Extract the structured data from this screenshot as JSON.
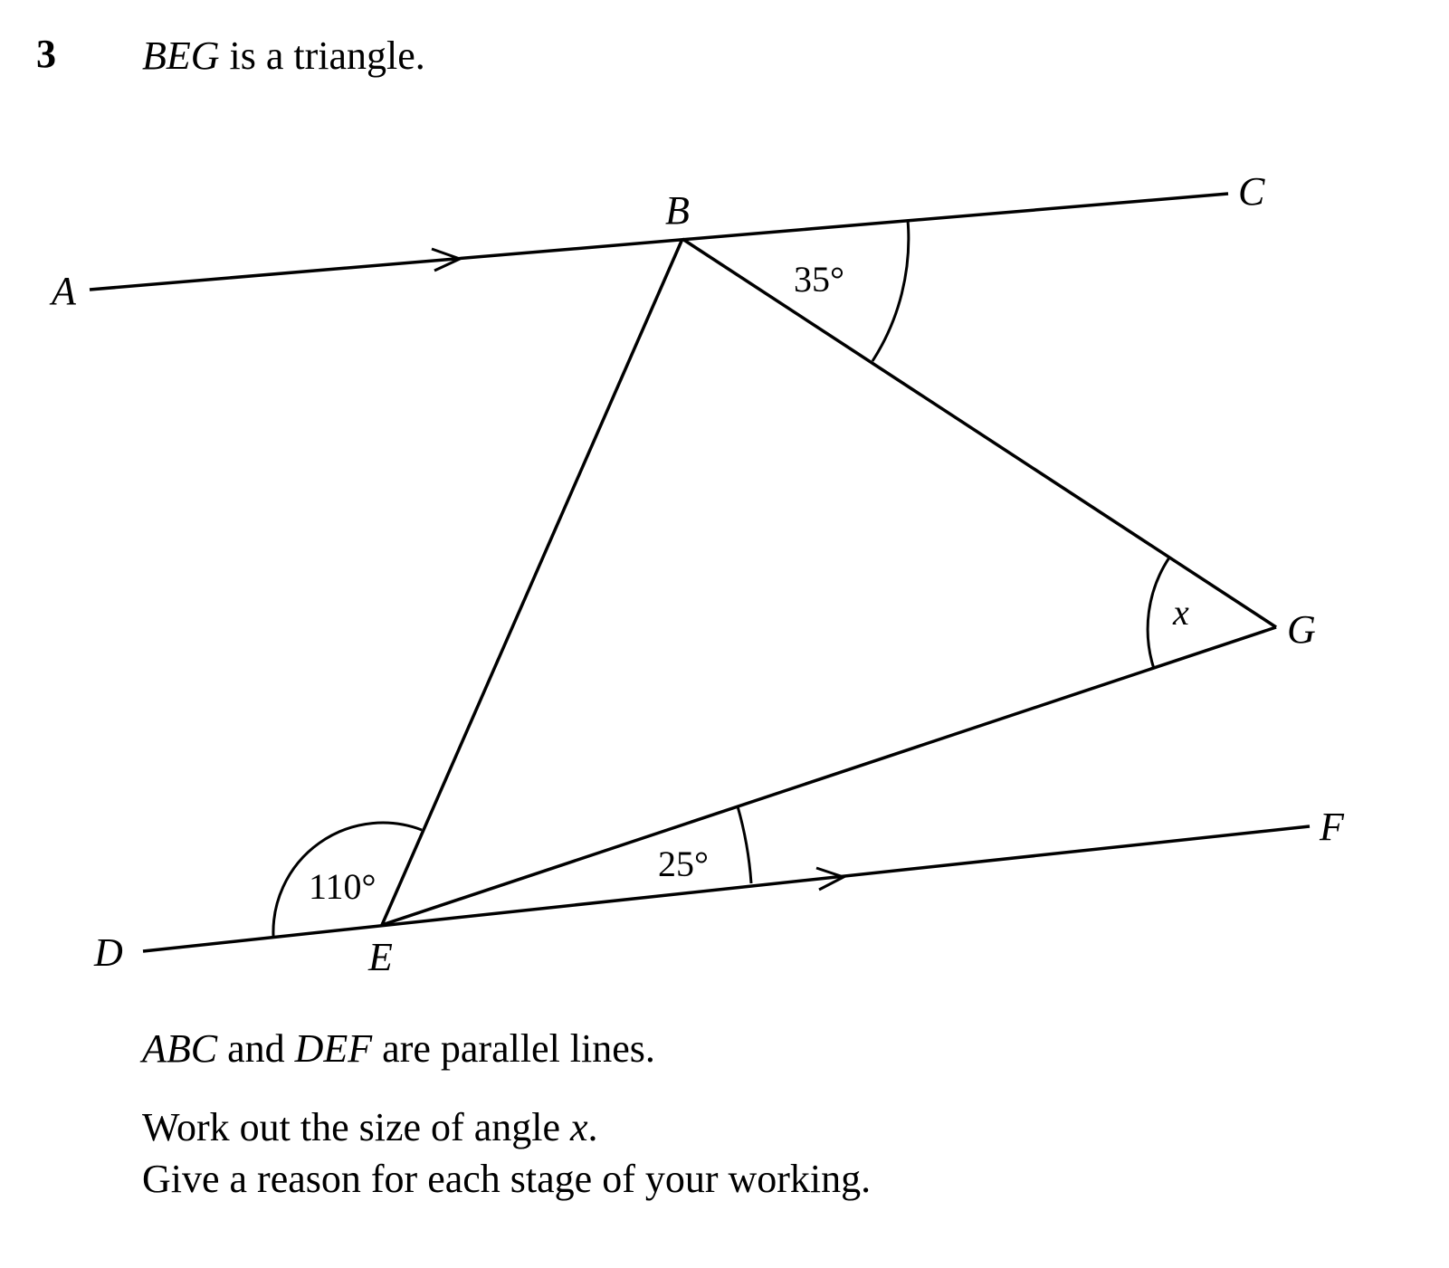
{
  "question": {
    "number": "3",
    "intro_shape": "BEG",
    "intro_rest": " is a triangle.",
    "parallel_line_1": "ABC",
    "parallel_and": " and ",
    "parallel_line_2": "DEF",
    "parallel_rest": " are parallel lines.",
    "task_prefix": "Work out the size of angle ",
    "task_var": "x",
    "task_suffix": ".",
    "reason_text": "Give a reason for each stage of your working."
  },
  "diagram": {
    "points": {
      "A": "A",
      "B": "B",
      "C": "C",
      "D": "D",
      "E": "E",
      "F": "F",
      "G": "G"
    },
    "angles": {
      "CBG": "35°",
      "DEB": "110°",
      "GEF": "25°",
      "BGE": "x"
    }
  }
}
